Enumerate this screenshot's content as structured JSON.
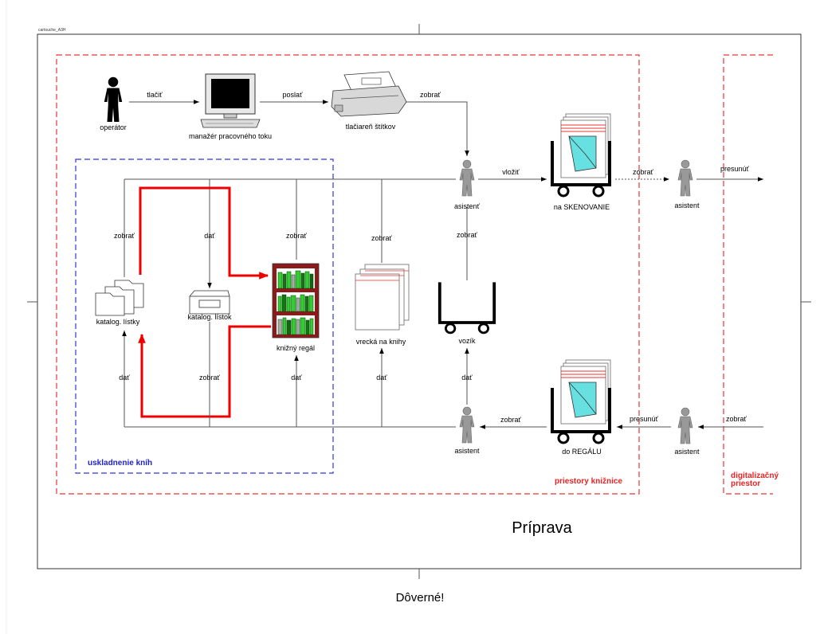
{
  "sheet": {
    "corner_tag": "cartouche_A3H",
    "footer": "Dôverné!"
  },
  "title": "Príprava",
  "zones": {
    "storage": "uskladnenie kníh",
    "library": "priestory knižnice",
    "digital": "digitalizačný priestor",
    "digital_lines": [
      "digitalizačný",
      "priestor"
    ]
  },
  "nodes": {
    "operator": "operátor",
    "workflow_manager": "manažér pracovného toku",
    "label_printer": "tlačiareň štítkov",
    "assistant_top": "asistenť",
    "scan_cart": "na SKENOVANIE",
    "assistant_right_top": "asistent",
    "catalog_cards": "katalog. lístky",
    "catalog_card": "katalog. lístok",
    "bookshelf": "knižný regál",
    "book_pockets": "vrecká na knihy",
    "cart": "vozík",
    "assistant_bottom": "asistent",
    "shelf_cart": "do REGÁLU",
    "assistant_right_bottom": "asistent"
  },
  "edges": {
    "print": "tlačiť",
    "send": "poslať",
    "take_labels": "zobrať",
    "insert": "vložiť",
    "take_scan": "zobrať",
    "move_right": "presunúť",
    "take_cards": "zobrať",
    "give_card": "dať",
    "take_shelf": "zobrať",
    "take_pockets": "zobrať",
    "take_cart": "zobrať",
    "give_cards": "dať",
    "take_card": "zobrať",
    "give_shelf": "dať",
    "give_pockets": "dať",
    "give_cart": "dať",
    "take_return": "zobrať",
    "move_back": "presunúť",
    "take_digital": "zobrať"
  },
  "colors": {
    "library_zone": "#ee3333",
    "storage_zone": "#3333dd",
    "flow_highlight": "#ee0000",
    "books_green": "#33cc33",
    "shelf_wood": "#8b1a1a",
    "scan_cyan": "#66e0e0"
  }
}
